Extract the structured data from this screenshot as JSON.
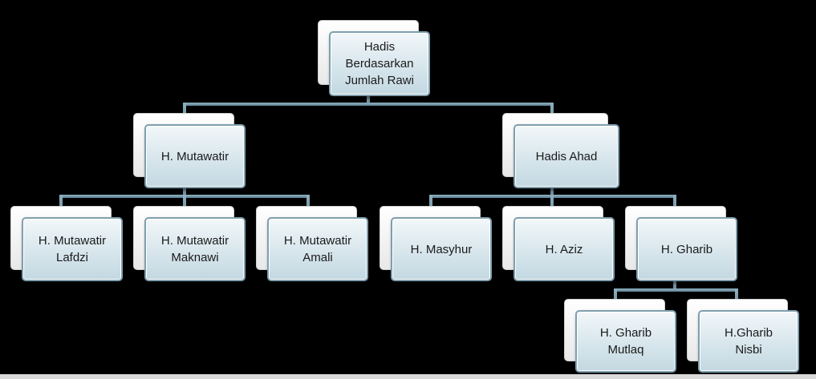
{
  "diagram": {
    "root": {
      "lines": [
        "Hadis",
        "Berdasarkan",
        "Jumlah Rawi"
      ]
    },
    "mutawatir": {
      "lines": [
        "H. Mutawatir"
      ]
    },
    "ahad": {
      "lines": [
        "Hadis Ahad"
      ]
    },
    "mutawatir_lafdzi": {
      "lines": [
        "H. Mutawatir",
        "Lafdzi"
      ]
    },
    "mutawatir_maknawi": {
      "lines": [
        "H. Mutawatir",
        "Maknawi"
      ]
    },
    "mutawatir_amali": {
      "lines": [
        "H. Mutawatir",
        "Amali"
      ]
    },
    "masyhur": {
      "lines": [
        "H. Masyhur"
      ]
    },
    "aziz": {
      "lines": [
        "H. Aziz"
      ]
    },
    "gharib": {
      "lines": [
        "H. Gharib"
      ]
    },
    "gharib_mutlaq": {
      "lines": [
        "H. Gharib",
        "Mutlaq"
      ]
    },
    "gharib_nisbi": {
      "lines": [
        "H.Gharib",
        "Nisbi"
      ]
    }
  },
  "colors": {
    "background": "#000000",
    "card_front": "#dce9ef",
    "card_border": "#7f9fae",
    "card_back": "#ffffff",
    "connector": "#7fa3b5"
  }
}
